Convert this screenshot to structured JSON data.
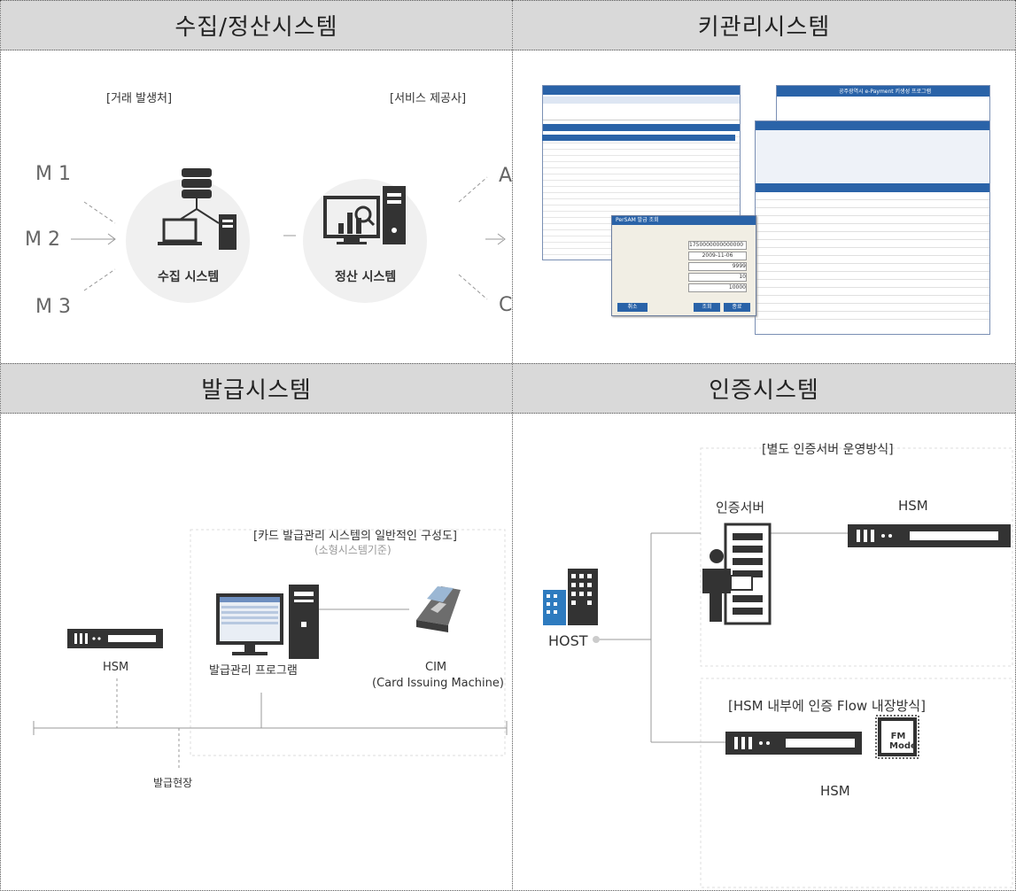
{
  "headers": {
    "collection": "수집/정산시스템",
    "key_mgmt": "키관리시스템",
    "issuance": "발급시스템",
    "auth": "인증시스템"
  },
  "collection": {
    "origin_label": "[거래 발생처]",
    "provider_label": "[서비스 제공사]",
    "merchants": [
      "M 1",
      "M 2",
      "M 3"
    ],
    "right_letters": [
      "A",
      "C"
    ],
    "collect_system": "수집 시스템",
    "settle_system": "정산 시스템"
  },
  "key_mgmt": {
    "window_title": "공주광역시 e-Payment 키생성 프로그램",
    "dialog_title": "PerSAM 발급 조회",
    "dialog_buttons": [
      "취소",
      "조회",
      "종료"
    ],
    "dialog_field_values": [
      "1750000000000000",
      "2009-11-06",
      "9999",
      "10",
      "10000"
    ]
  },
  "issuance": {
    "caption": "[카드 발급관리 시스템의 일반적인 구성도]",
    "subcaption": "(소형시스템기준)",
    "hsm": "HSM",
    "program": "발급관리 프로그램",
    "cim": "CIM",
    "cim_full": "(Card Issuing Machine)",
    "site": "발급현장"
  },
  "auth": {
    "separate_caption": "[별도 인증서버 운영방식]",
    "internal_caption": "[HSM 내부에 인증 Flow 내장방식]",
    "auth_server": "인증서버",
    "hsm_top": "HSM",
    "hsm_bottom": "HSM",
    "host": "HOST",
    "fm_mode": "FM Mode"
  },
  "colors": {
    "header_bg": "#d9d9d9",
    "circle_bg": "#f0f0f0",
    "icon_dark": "#333333",
    "host_blue": "#2e7bbf",
    "screen_blue": "#2a63a8"
  }
}
